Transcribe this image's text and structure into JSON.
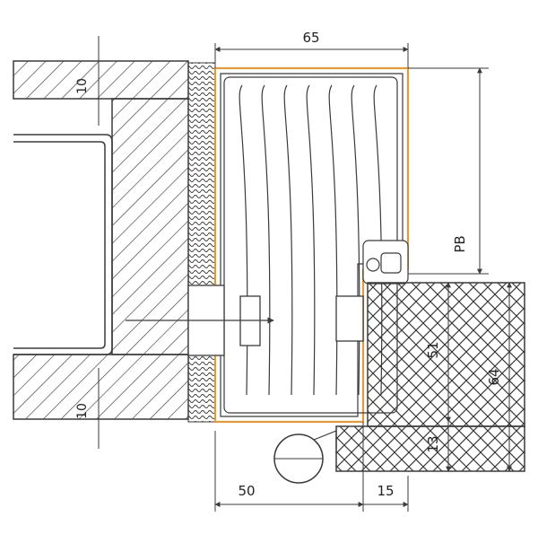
{
  "drawing": {
    "dimensions": {
      "width_top": "65",
      "width_bottom_left": "50",
      "width_bottom_right": "15",
      "left_top": "10",
      "left_bottom": "10",
      "right_pb": "PB",
      "right_51": "51",
      "right_64": "64",
      "right_13": "13"
    },
    "colors": {
      "line": "#3a3a3a",
      "frame": "#e09b3d",
      "background": "#ffffff"
    }
  }
}
